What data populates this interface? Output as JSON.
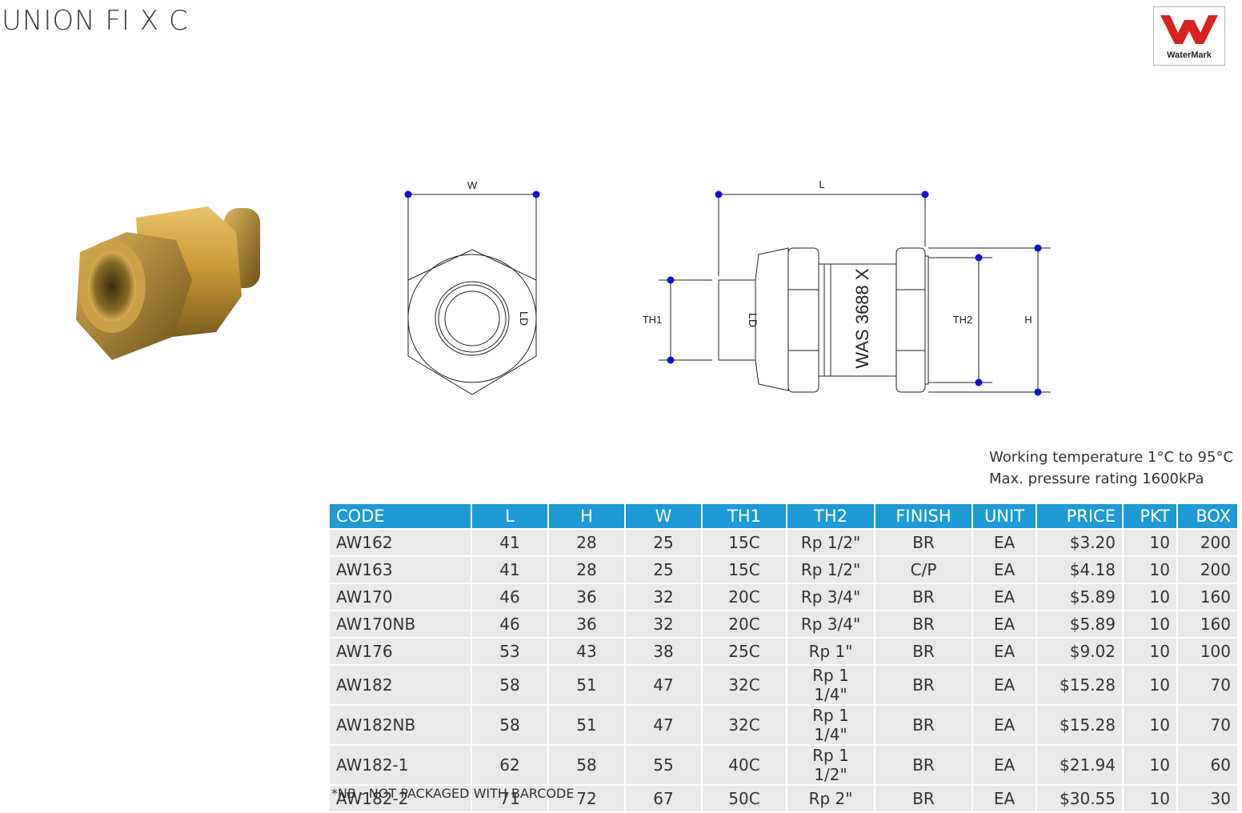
{
  "page": {
    "title": "UNION FI X C",
    "logo_text": "WaterMark",
    "colors": {
      "header_blue": "#1e9ad6",
      "row_grey": "#e9e9e9",
      "logo_red": "#d8231f",
      "dimension_blue": "#1010cc"
    }
  },
  "drawing": {
    "dim_w": "W",
    "dim_l": "L",
    "dim_th1": "TH1",
    "dim_th2": "TH2",
    "dim_h": "H",
    "mark_ld": "LD",
    "mark_was": "WAS 3688 X"
  },
  "specs": {
    "line1": "Working temperature 1°C to 95°C",
    "line2": "Max. pressure rating 1600kPa"
  },
  "table": {
    "headers": [
      "CODE",
      "L",
      "H",
      "W",
      "TH1",
      "TH2",
      "FINISH",
      "UNIT",
      "PRICE",
      "PKT",
      "BOX"
    ],
    "rows": [
      [
        "AW162",
        "41",
        "28",
        "25",
        "15C",
        "Rp 1/2\"",
        "BR",
        "EA",
        "$3.20",
        "10",
        "200"
      ],
      [
        "AW163",
        "41",
        "28",
        "25",
        "15C",
        "Rp 1/2\"",
        "C/P",
        "EA",
        "$4.18",
        "10",
        "200"
      ],
      [
        "AW170",
        "46",
        "36",
        "32",
        "20C",
        "Rp 3/4\"",
        "BR",
        "EA",
        "$5.89",
        "10",
        "160"
      ],
      [
        "AW170NB",
        "46",
        "36",
        "32",
        "20C",
        "Rp 3/4\"",
        "BR",
        "EA",
        "$5.89",
        "10",
        "160"
      ],
      [
        "AW176",
        "53",
        "43",
        "38",
        "25C",
        "Rp 1\"",
        "BR",
        "EA",
        "$9.02",
        "10",
        "100"
      ],
      [
        "AW182",
        "58",
        "51",
        "47",
        "32C",
        "Rp 1 1/4\"",
        "BR",
        "EA",
        "$15.28",
        "10",
        "70"
      ],
      [
        "AW182NB",
        "58",
        "51",
        "47",
        "32C",
        "Rp 1 1/4\"",
        "BR",
        "EA",
        "$15.28",
        "10",
        "70"
      ],
      [
        "AW182-1",
        "62",
        "58",
        "55",
        "40C",
        "Rp 1 1/2\"",
        "BR",
        "EA",
        "$21.94",
        "10",
        "60"
      ],
      [
        "AW182-2",
        "71",
        "72",
        "67",
        "50C",
        "Rp 2\"",
        "BR",
        "EA",
        "$30.55",
        "10",
        "30"
      ]
    ]
  },
  "footnote": "*NB - NOT PACKAGED WITH BARCODE"
}
